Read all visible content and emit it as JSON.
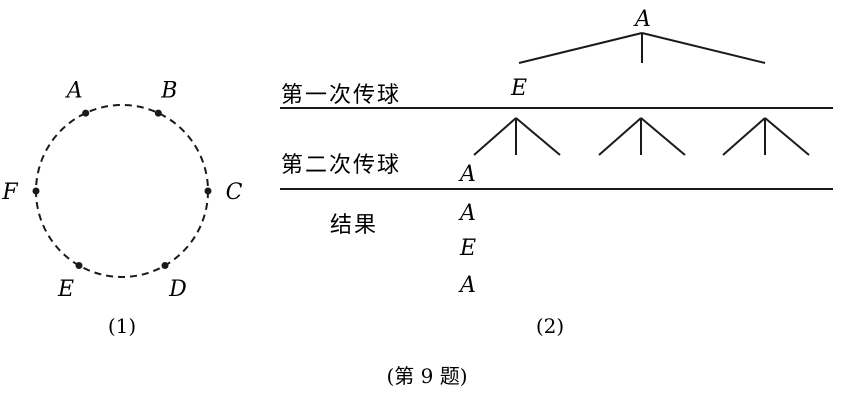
{
  "circle": {
    "points": [
      {
        "label": "A",
        "angle_deg": 115
      },
      {
        "label": "B",
        "angle_deg": 65
      },
      {
        "label": "C",
        "angle_deg": 0
      },
      {
        "label": "D",
        "angle_deg": -60
      },
      {
        "label": "E",
        "angle_deg": -120
      },
      {
        "label": "F",
        "angle_deg": 180
      }
    ]
  },
  "tree": {
    "root": "A",
    "rows": [
      "第一次传球",
      "第二次传球",
      "结果"
    ],
    "first_pass_label": "E",
    "second_pass_label": "A",
    "results": [
      "A",
      "E",
      "A"
    ]
  },
  "captions": {
    "fig1": "(1)",
    "fig2": "(2)",
    "problem": "(第 9 题)"
  }
}
